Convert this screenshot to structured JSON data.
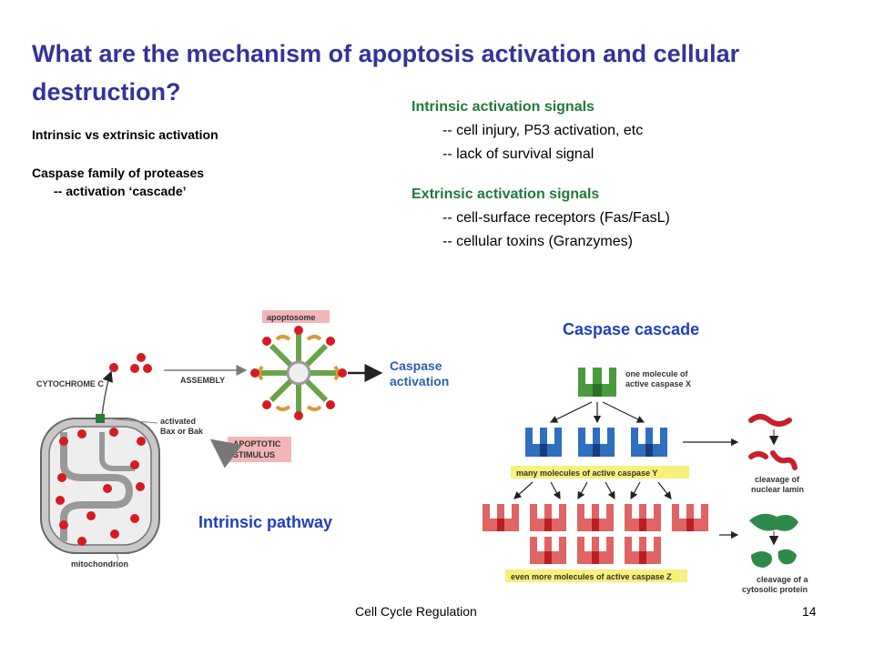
{
  "slide": {
    "title": "What are the mechanism of apoptosis activation and cellular destruction?",
    "left_bullets": {
      "line1": "Intrinsic  vs extrinsic activation",
      "line2": "Caspase family of proteases",
      "line3": "-- activation ‘cascade’"
    },
    "intrinsic_signals": {
      "heading": "Intrinsic activation signals",
      "items": [
        "-- cell injury, P53 activation, etc",
        "-- lack of survival signal"
      ]
    },
    "extrinsic_signals": {
      "heading": "Extrinsic activation signals",
      "items": [
        "-- cell-surface receptors (Fas/FasL)",
        "-- cellular toxins (Granzymes)"
      ]
    },
    "footer": {
      "title": "Cell Cycle Regulation",
      "page": "14"
    }
  },
  "figure_intrinsic": {
    "apoptosome_label": "apoptosome",
    "cytochrome_label": "CYTOCHROME C",
    "assembly_label": "ASSEMBLY",
    "caspase_line1": "Caspase",
    "caspase_line2": "activation",
    "bax_line1": "activated",
    "bax_line2": "Bax or Bak",
    "stimulus_line1": "APOPTOTIC",
    "stimulus_line2": "STIMULUS",
    "mito_label": "mitochondrion",
    "caption": "Intrinsic pathway"
  },
  "figure_cascade": {
    "title": "Caspase cascade",
    "x_line1": "one molecule of",
    "x_line2": "active caspase X",
    "y_label": "many molecules of active caspase Y",
    "z_label": "even more molecules of active caspase Z",
    "lamin_line1": "cleavage of",
    "lamin_line2": "nuclear lamin",
    "cyto_line1": "cleavage of a",
    "cyto_line2": "cytosolic protein"
  },
  "colors": {
    "title": "#33339a",
    "signal_heading": "#1f7a3a",
    "figure_caption": "#1f3fbf",
    "caspase_x": "#4a9b3e",
    "caspase_y": "#2f6fc0",
    "caspase_z": "#e06464",
    "label_box": "#f7f07a",
    "cytochrome": "#d41c24"
  }
}
